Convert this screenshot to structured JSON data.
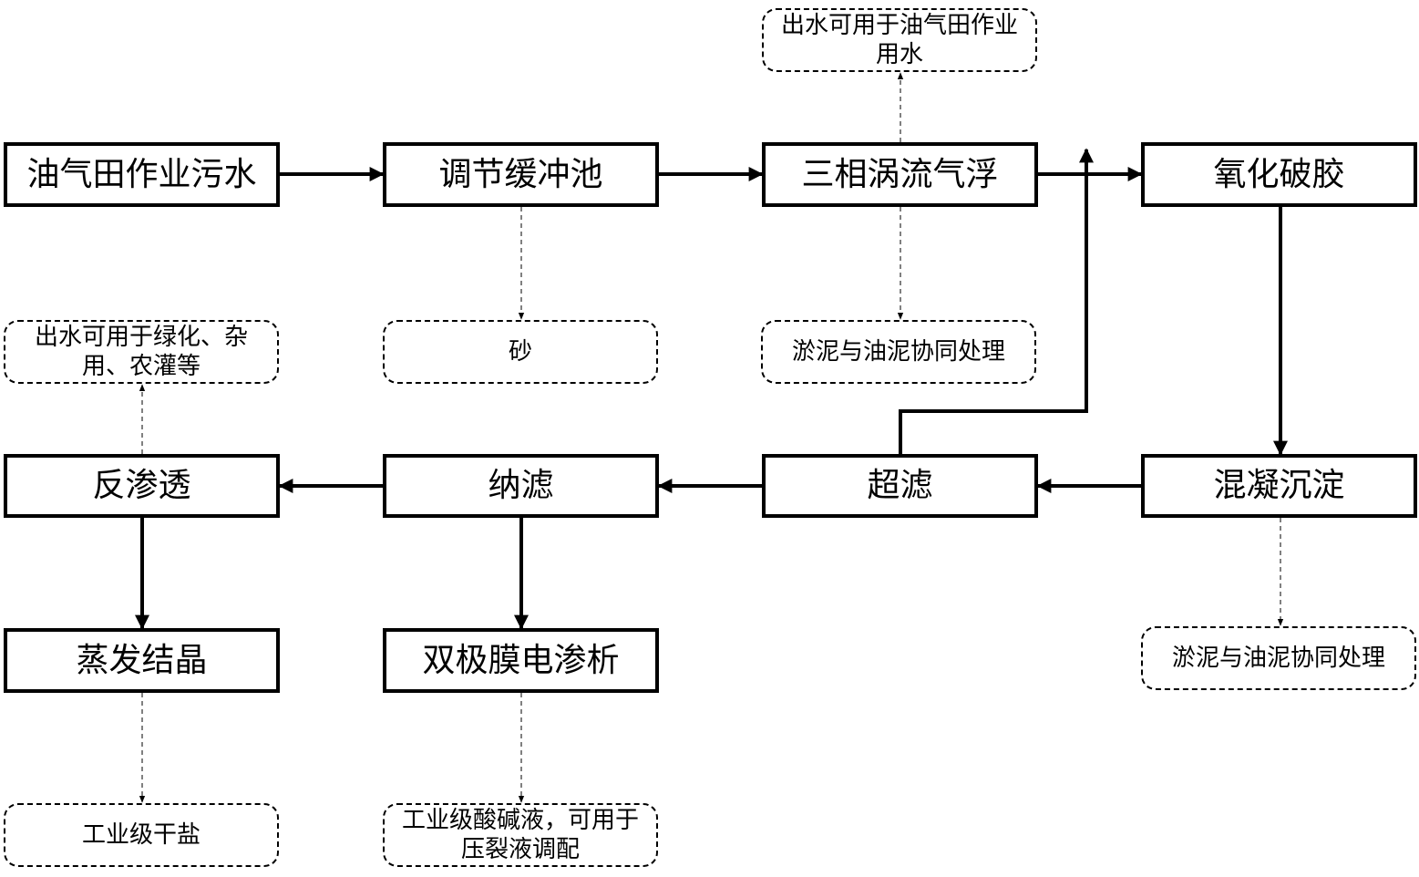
{
  "process_steps": {
    "source": "油气田作业污水",
    "buffer": "调节缓冲池",
    "flotation": "三相涡流气浮",
    "oxidation": "氧化破胶",
    "coagulation": "混凝沉淀",
    "ultrafiltration": "超滤",
    "nanofiltration": "纳滤",
    "reverse_osmosis": "反渗透",
    "evaporation": "蒸发结晶",
    "electrodialysis": "双极膜电渗析"
  },
  "outputs": {
    "flotation_water": "出水可用于油气田作业用水",
    "sand": "砂",
    "flotation_sludge": "淤泥与油泥协同处理",
    "ro_water": "出水可用于绿化、杂用、农灌等",
    "coagulation_sludge": "淤泥与油泥协同处理",
    "salt": "工业级干盐",
    "acid_base": "工业级酸碱液，可用于压裂液调配"
  }
}
